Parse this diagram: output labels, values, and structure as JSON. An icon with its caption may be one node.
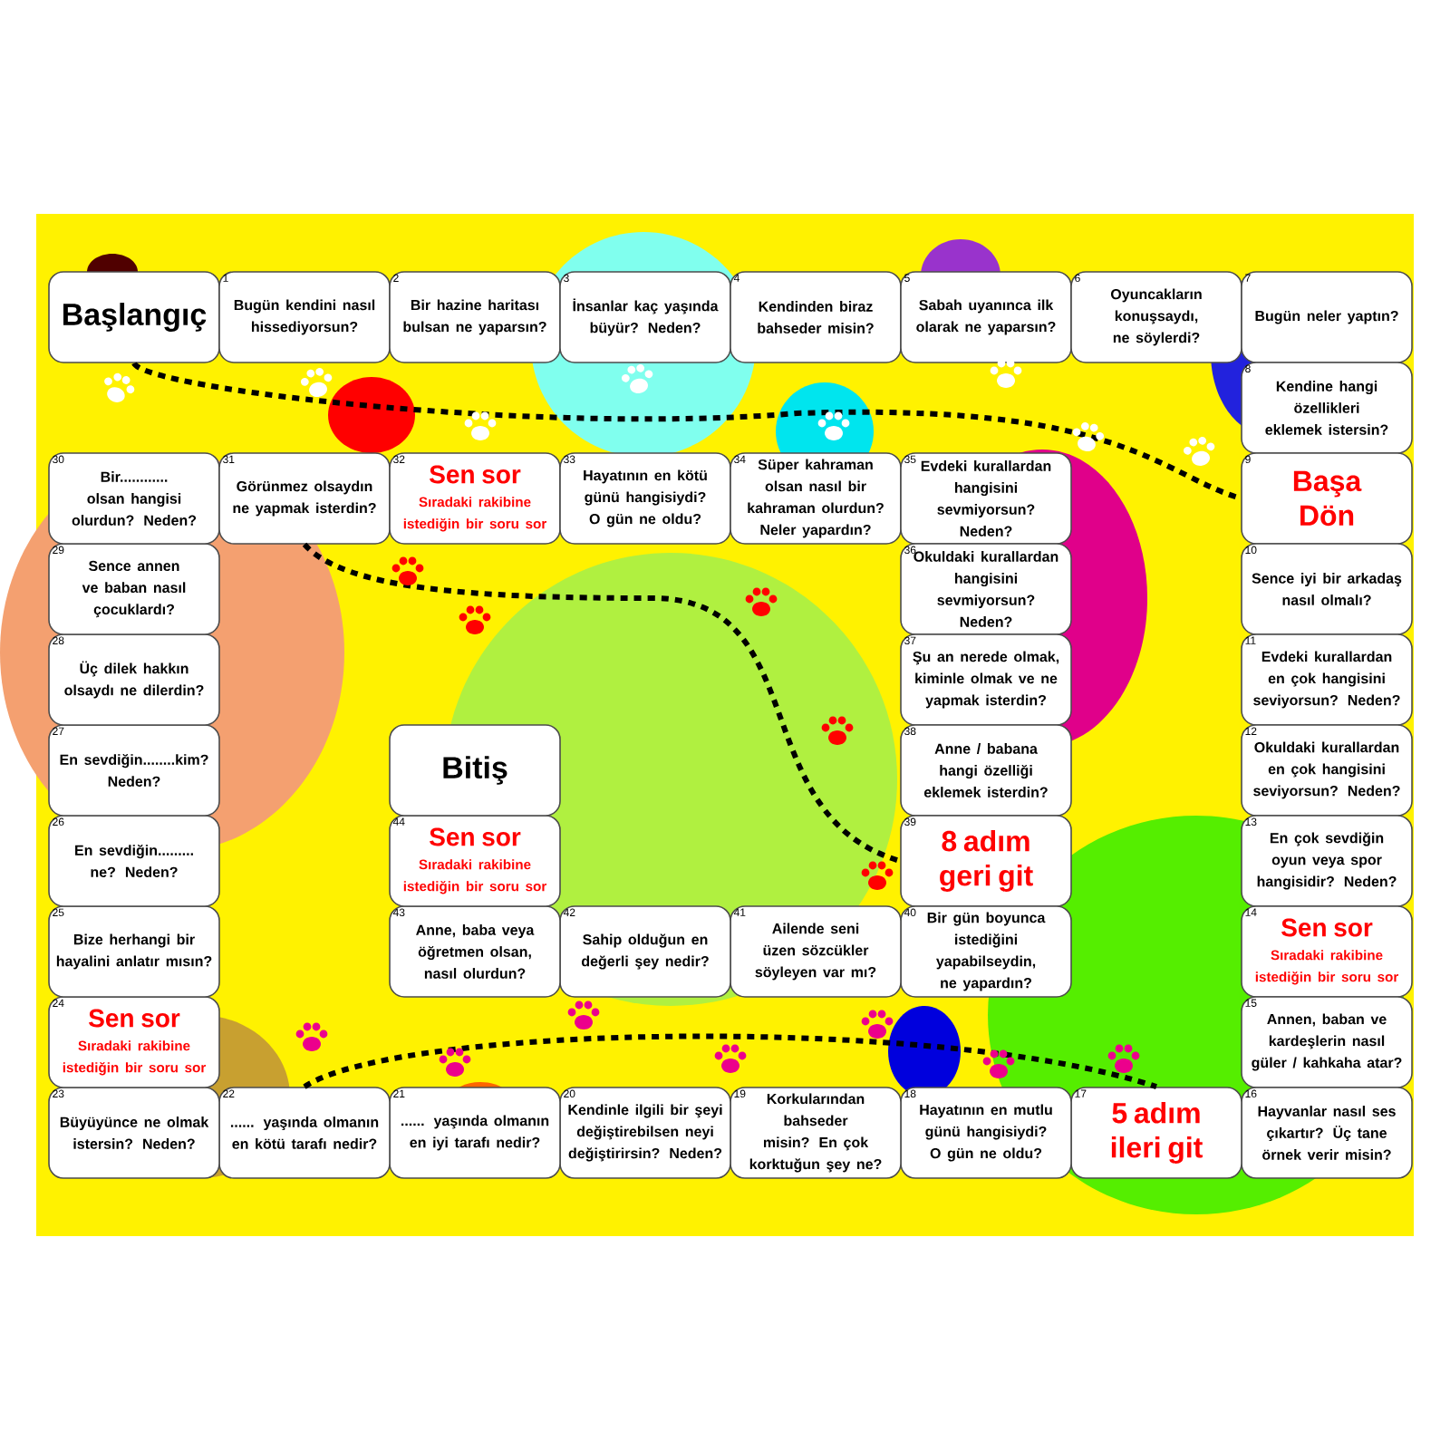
{
  "diagram": {
    "nodes": [
      {
        "text": [
          "Başlangıç"
        ]
      },
      {
        "text": [
          "1",
          "Bugün kendini nasıl hissediyorsun?"
        ]
      },
      {
        "text": [
          "2",
          "Bir hazine haritası bulsan ne yaparsın?"
        ]
      },
      {
        "text": [
          "3",
          "İnsanlar kaç yaşında büyür? Neden?"
        ]
      },
      {
        "text": [
          "4",
          "Kendinden biraz bahseder misin?"
        ]
      },
      {
        "text": [
          "5",
          "Sabah uyanınca ilk olarak ne yaparsın?"
        ]
      },
      {
        "text": [
          "6",
          "Oyuncakların konuşsaydı, ne söylerdi?"
        ]
      },
      {
        "text": [
          "7",
          "Bugün neler yaptın?"
        ]
      },
      {
        "text": [
          "8",
          "Kendine hangi özellikleri eklemek istersin?"
        ]
      },
      {
        "text": [
          "9",
          "Başa Dön"
        ]
      },
      {
        "text": [
          "10",
          "Sence iyi bir arkadaş nasıl olmalı?"
        ]
      },
      {
        "text": [
          "11",
          "Evdeki kurallardan en çok hangisini seviyorsun? Neden?"
        ]
      },
      {
        "text": [
          "12",
          "Okuldaki kurallardan en çok hangisini seviyorsun? Neden?"
        ]
      },
      {
        "text": [
          "13",
          "En çok sevdiğin oyun veya spor hangisidir? Neden?"
        ]
      },
      {
        "text": [
          "14",
          "Sen sor",
          "Sıradaki rakibine istediğin bir soru sor"
        ]
      },
      {
        "text": [
          "15",
          "Annen, baban ve kardeşlerin nasıl güler / kahkaha atar?"
        ]
      },
      {
        "text": [
          "16",
          "Hayvanlar nasıl ses çıkartır? Üç tane örnek verir misin?"
        ]
      },
      {
        "text": [
          "17",
          "5 adım ileri git"
        ]
      },
      {
        "text": [
          "18",
          "Hayatının en mutlu günü hangisiydi? O gün ne oldu?"
        ]
      },
      {
        "text": [
          "19",
          "Korkularından bahseder misin? En çok korktuğun şey ne?"
        ]
      },
      {
        "text": [
          "20",
          "Kendinle ilgili bir şeyi değiştirebilsen neyi değiştirirsin? Neden?"
        ]
      },
      {
        "text": [
          "21",
          "...... yaşında olmanın en iyi tarafı nedir?"
        ]
      },
      {
        "text": [
          "22",
          "...... yaşında olmanın en kötü tarafı nedir?"
        ]
      },
      {
        "text": [
          "23",
          "Büyüyünce ne olmak istersin? Neden?"
        ]
      },
      {
        "text": [
          "24",
          "Sen sor",
          "Sıradaki rakibine istediğin bir soru sor"
        ]
      },
      {
        "text": [
          "25",
          "Bize herhangi bir hayalini anlatır mısın?"
        ]
      },
      {
        "text": [
          "26",
          "En sevdiğin......... ne? Neden?"
        ]
      },
      {
        "text": [
          "27",
          "En sevdiğin........kim? Neden?"
        ]
      },
      {
        "text": [
          "28",
          "Üç dilek hakkın olsaydı ne dilerdin?"
        ]
      },
      {
        "text": [
          "29",
          "Sence annen ve baban nasıl çocuklardı?"
        ]
      },
      {
        "text": [
          "30",
          "Bir............ olsan hangisi olurdun? Neden?"
        ]
      },
      {
        "text": [
          "31",
          "Görünmez olsaydın ne yapmak isterdin?"
        ]
      },
      {
        "text": [
          "32",
          "Sen sor",
          "Sıradaki rakibine istediğin bir soru sor"
        ]
      },
      {
        "text": [
          "33",
          "Hayatının en kötü günü hangisiydi? O gün ne oldu?"
        ]
      },
      {
        "text": [
          "34",
          "Süper kahraman olsan nasıl bir kahraman olurdun? Neler yapardın?"
        ]
      },
      {
        "text": [
          "35",
          "Evdeki kurallardan hangisini sevmiyorsun? Neden?"
        ]
      },
      {
        "text": [
          "36",
          "Okuldaki kurallardan hangisini sevmiyorsun? Neden?"
        ]
      },
      {
        "text": [
          "37",
          "Şu an nerede olmak, kiminle olmak ve ne yapmak isterdin?"
        ]
      },
      {
        "text": [
          "38",
          "Anne / babana hangi özelliği eklemek isterdin?"
        ]
      },
      {
        "text": [
          "39",
          "8 adım geri git"
        ]
      },
      {
        "text": [
          "40",
          "Bir gün boyunca istediğini yapabilseydin, ne yapardın?"
        ]
      },
      {
        "text": [
          "41",
          "Ailende seni üzen sözcükler söyleyen var mı?"
        ]
      },
      {
        "text": [
          "42",
          "Sahip olduğun en değerli şey nedir?"
        ]
      },
      {
        "text": [
          "43",
          "Anne, baba veya öğretmen olsan, nasıl olurdun?"
        ]
      },
      {
        "text": [
          "44",
          "Sen sor",
          "Sıradaki rakibine istediğin bir soru sor"
        ]
      },
      {
        "text": [
          "Bitiş"
        ]
      }
    ],
    "edges": [
      {
        "from": 0,
        "to": 9,
        "arrow": "none",
        "style": "dashed"
      },
      {
        "from": 31,
        "to": 39,
        "arrow": "none",
        "style": "dashed"
      },
      {
        "from": 22,
        "to": 17,
        "arrow": "none",
        "style": "dashed"
      }
    ]
  }
}
